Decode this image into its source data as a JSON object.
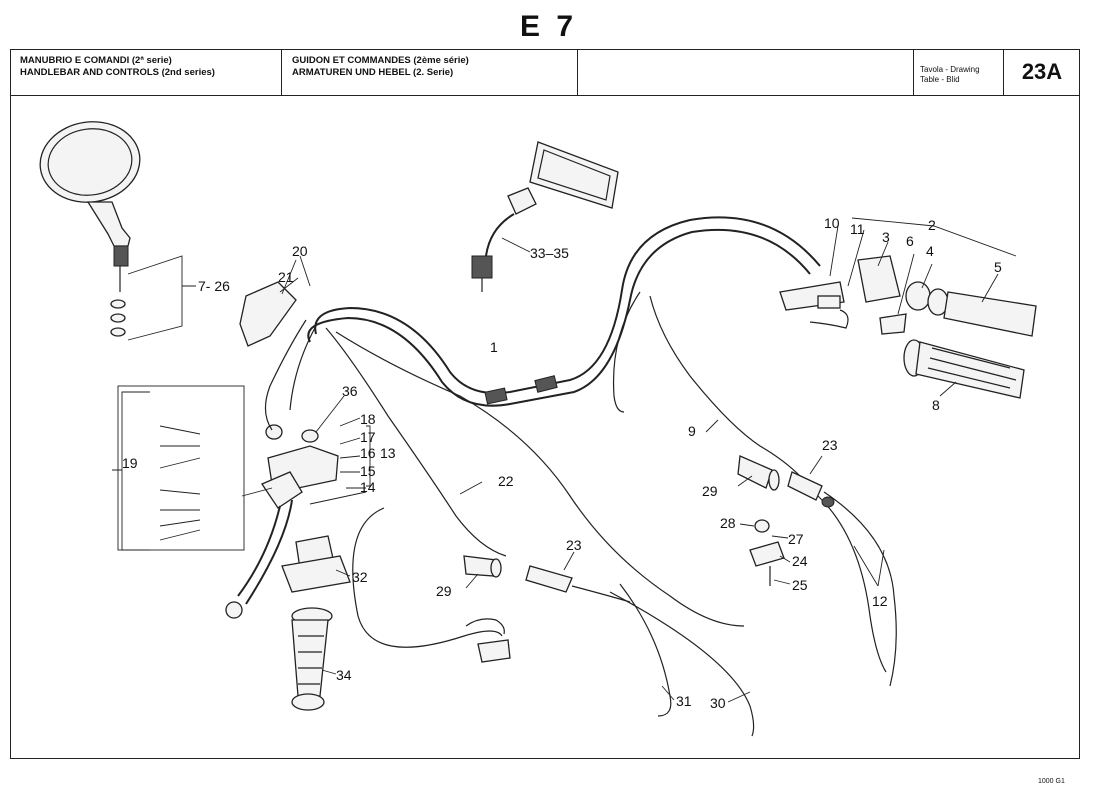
{
  "page_code": "E 7",
  "header": {
    "it_title": "MANUBRIO E COMANDI (2ª serie)",
    "en_title": "HANDLEBAR AND CONTROLS (2nd series)",
    "fr_title": "GUIDON ET COMMANDES (2ème série)",
    "de_title": "ARMATUREN UND HEBEL (2. Serie)",
    "table_label_1": "Tavola - Drawing",
    "table_label_2": "Table - Blid",
    "table_number": "23A"
  },
  "callouts": {
    "c1": "1",
    "c2": "2",
    "c3": "3",
    "c4": "4",
    "c5": "5",
    "c6": "6",
    "c7_26": "7- 26",
    "c8": "8",
    "c9": "9",
    "c10": "10",
    "c11": "11",
    "c12": "12",
    "c13": "13",
    "c14": "14",
    "c15": "15",
    "c16": "16",
    "c17": "17",
    "c18": "18",
    "c19": "19",
    "c20": "20",
    "c21": "21",
    "c22": "22",
    "c23a": "23",
    "c23b": "23",
    "c24": "24",
    "c25": "25",
    "c27": "27",
    "c28": "28",
    "c29a": "29",
    "c29b": "29",
    "c30": "30",
    "c31": "31",
    "c32": "32",
    "c33_35": "33–35",
    "c34": "34",
    "c36": "36"
  },
  "footer_code": "1000 G1"
}
